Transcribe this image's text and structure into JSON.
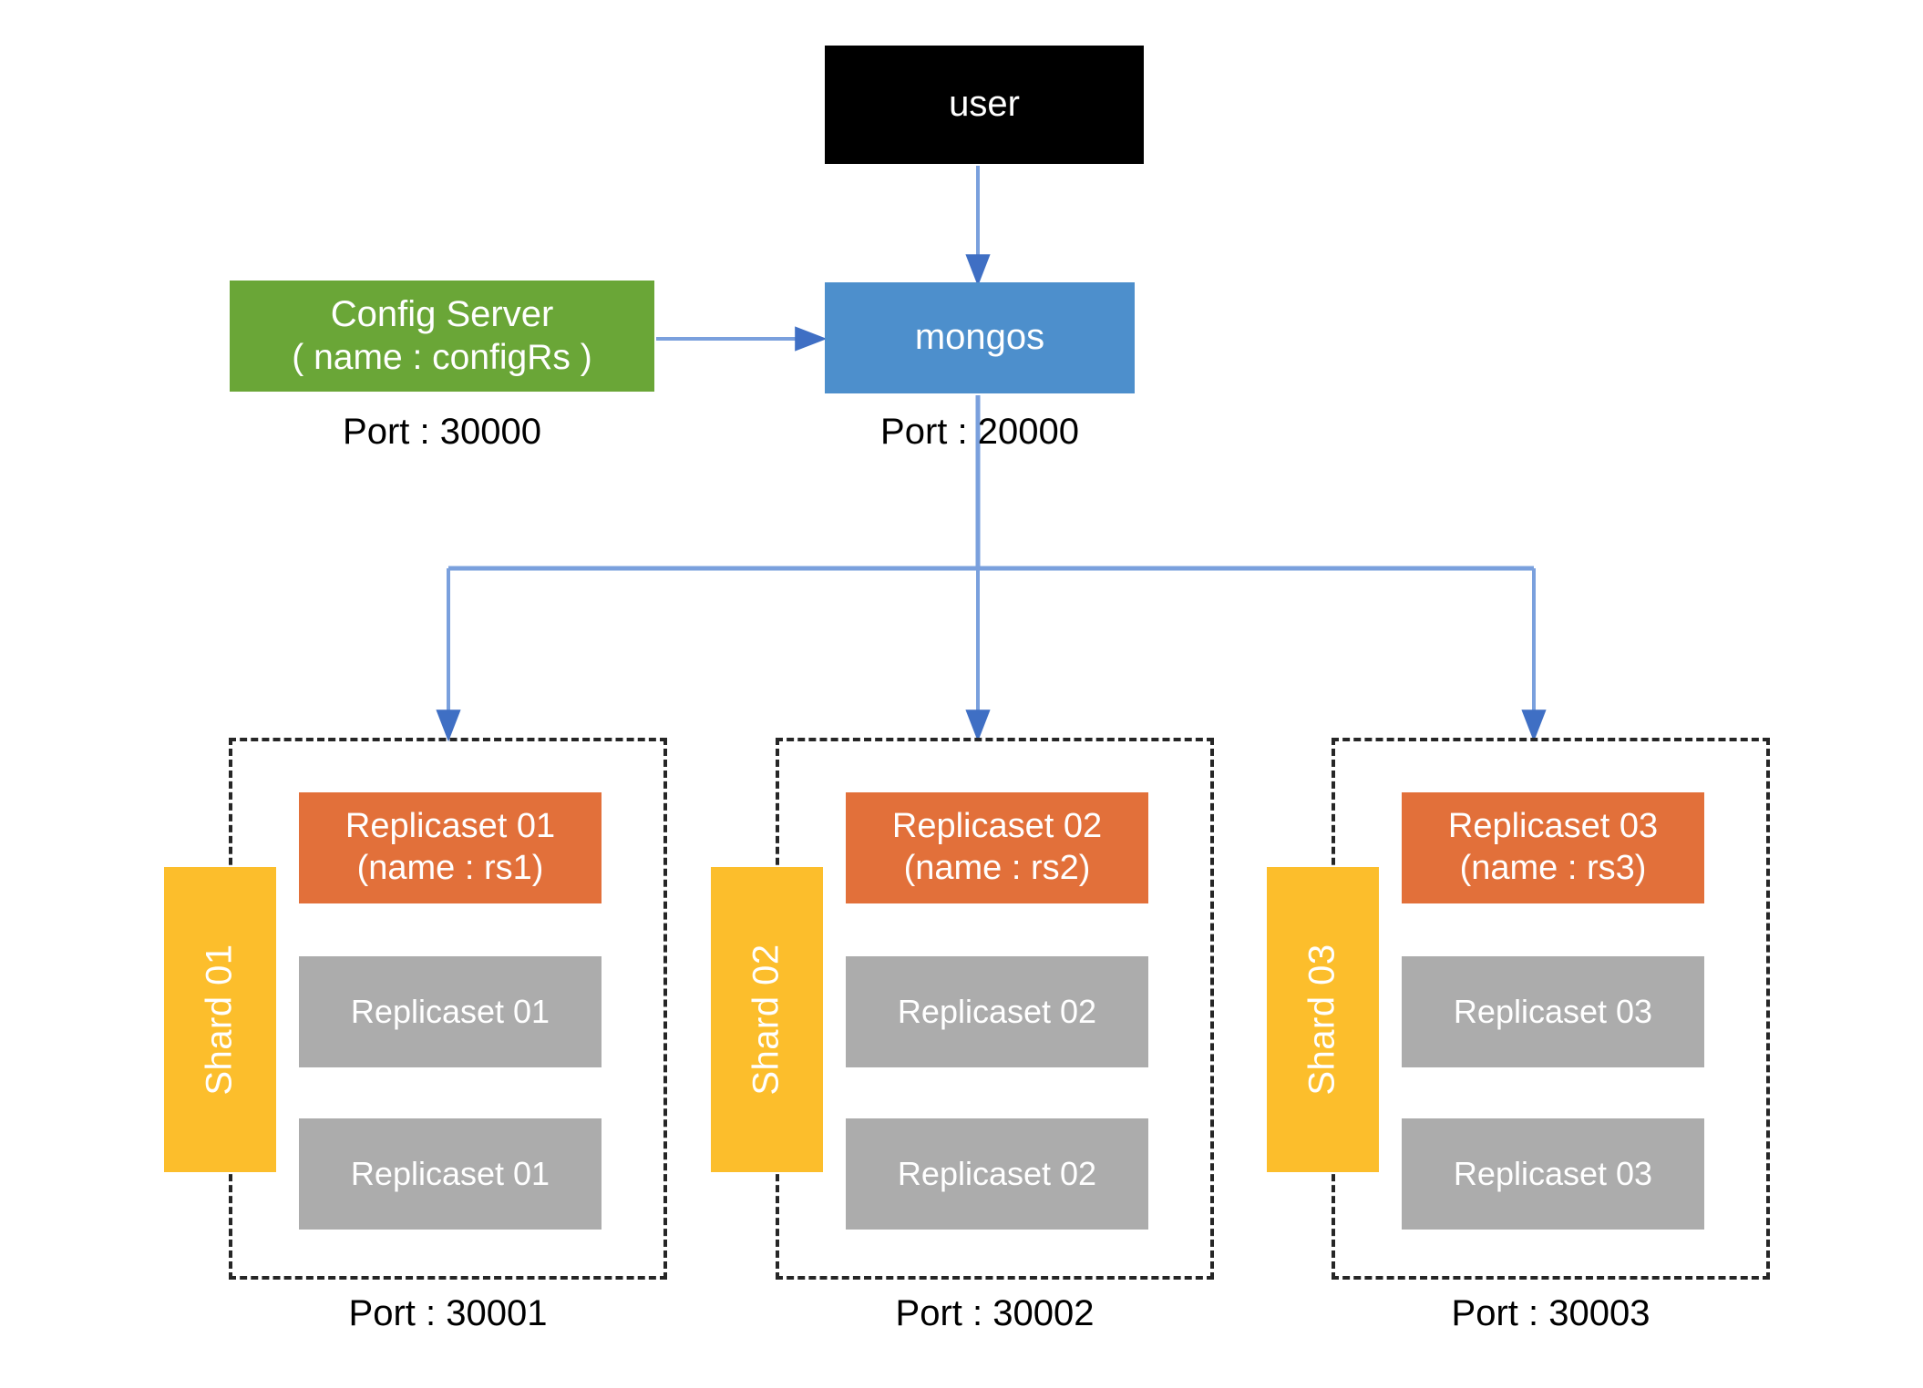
{
  "diagram": {
    "title": "MongoDB Sharded Cluster Architecture",
    "colors": {
      "user": "#000000",
      "mongos": "#4D8FCC",
      "config_server": "#6AA637",
      "replicaset_primary": "#E2703A",
      "replicaset_secondary": "#ACACAC",
      "shard_bar": "#FCBE2C",
      "connector": "#5B8FD4",
      "frame_border": "#262626"
    }
  },
  "user": {
    "label": "user"
  },
  "mongos": {
    "label": "mongos",
    "port_label": "Port : 20000"
  },
  "config_server": {
    "line1": "Config Server",
    "line2": "( name : configRs )",
    "port_label": "Port : 30000"
  },
  "shards": [
    {
      "bar_label": "Shard 01",
      "port_label": "Port : 30001",
      "primary": {
        "line1": "Replicaset 01",
        "line2": "(name : rs1)"
      },
      "secondaries": [
        "Replicaset 01",
        "Replicaset 01"
      ]
    },
    {
      "bar_label": "Shard 02",
      "port_label": "Port : 30002",
      "primary": {
        "line1": "Replicaset 02",
        "line2": "(name : rs2)"
      },
      "secondaries": [
        "Replicaset 02",
        "Replicaset 02"
      ]
    },
    {
      "bar_label": "Shard 03",
      "port_label": "Port : 30003",
      "primary": {
        "line1": "Replicaset 03",
        "line2": "(name : rs3)"
      },
      "secondaries": [
        "Replicaset 03",
        "Replicaset 03"
      ]
    }
  ],
  "connections": [
    {
      "from": "user",
      "to": "mongos",
      "kind": "arrow-down"
    },
    {
      "from": "config_server",
      "to": "mongos",
      "kind": "arrow-right"
    },
    {
      "from": "mongos",
      "to": "shard-01",
      "kind": "arrow-branch-down"
    },
    {
      "from": "mongos",
      "to": "shard-02",
      "kind": "arrow-branch-down"
    },
    {
      "from": "mongos",
      "to": "shard-03",
      "kind": "arrow-branch-down"
    }
  ]
}
